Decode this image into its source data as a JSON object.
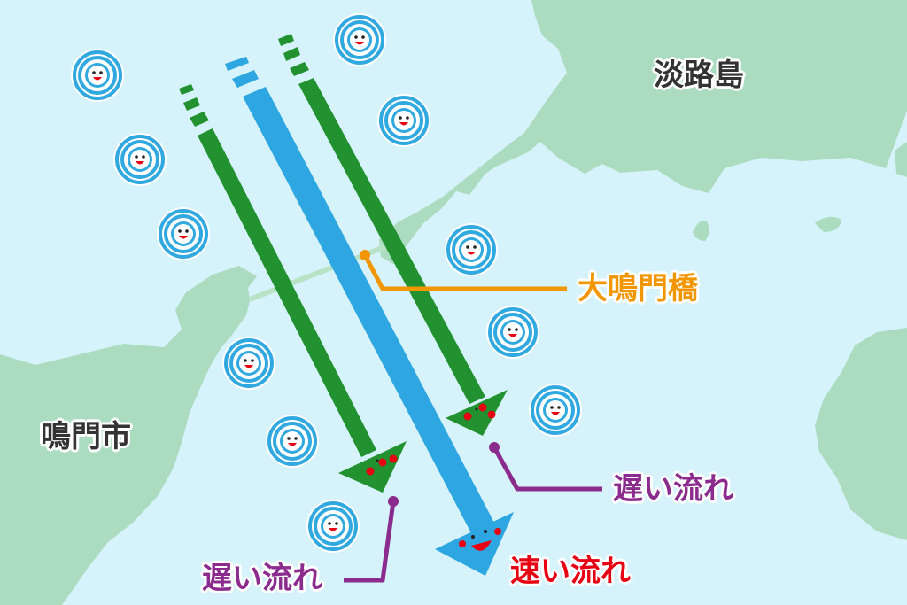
{
  "labels": {
    "awaji": "淡路島",
    "naruto_city": "鳴門市",
    "bridge": "大鳴門橋",
    "slow_right": "遅い流れ",
    "slow_left": "遅い流れ",
    "fast": "速い流れ"
  },
  "colors": {
    "sea": "#d6f3fb",
    "land": "#acdcc0",
    "slow_current": "#21922f",
    "fast_current": "#2ea6e2",
    "bridge_line": "#f29600",
    "slow_line": "#8a2b8d",
    "fast_text": "#e60012"
  },
  "icons": [
    "whirlpool-icon",
    "arrow-face-icon"
  ]
}
